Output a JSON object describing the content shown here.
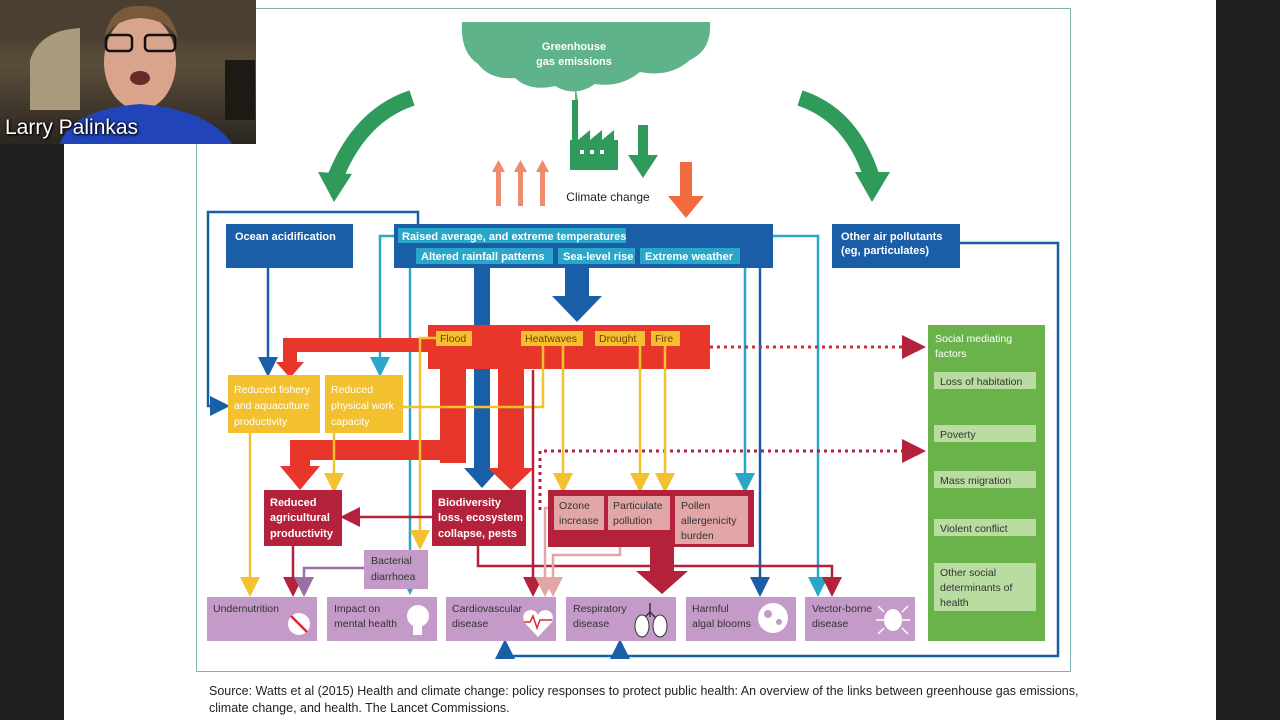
{
  "presenter": {
    "name": "Larry Palinkas"
  },
  "diagram": {
    "cloud": "Greenhouse gas emissions",
    "climate_change": "Climate change",
    "ocean_acidification": "Ocean acidification",
    "raised_temperatures": "Raised average, and extreme temperatures",
    "altered_rainfall": "Altered rainfall patterns",
    "sea_level": "Sea-level rise",
    "extreme_weather": "Extreme weather",
    "other_air_pollutants": "Other air pollutants (eg, particulates)",
    "flood": "Flood",
    "heatwaves": "Heatwaves",
    "drought": "Drought",
    "fire": "Fire",
    "reduced_fishery": "Reduced fishery and aquaculture productivity",
    "reduced_work": "Reduced physical work capacity",
    "reduced_agri": "Reduced agricultural productivity",
    "biodiversity": "Biodiversity loss, ecosystem collapse, pests",
    "ozone": "Ozone increase",
    "particulate": "Particulate pollution",
    "pollen": "Pollen allergenicity burden",
    "bacterial": "Bacterial diarrhoea",
    "undernutrition": "Undernutrition",
    "mental_health": "Impact on mental health",
    "cardiovascular": "Cardiovascular disease",
    "respiratory": "Respiratory disease",
    "algal": "Harmful algal blooms",
    "vector": "Vector-borne disease",
    "social_title": "Social mediating factors",
    "social_items": [
      "Loss of habitation",
      "Poverty",
      "Mass migration",
      "Violent conflict",
      "Other social determinants of health"
    ]
  },
  "source": "Source: Watts et al (2015) Health and climate change: policy responses to protect public health: An overview of the links between greenhouse gas emissions, climate change, and health. The Lancet Commissions."
}
